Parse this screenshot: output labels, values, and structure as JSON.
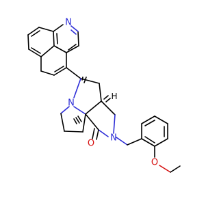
{
  "molecule": {
    "atom_labels": {
      "isoquinoline_n": "N",
      "pyrrolidine_n": "N",
      "lactam_n": "N",
      "carbonyl_o": "O",
      "methoxy_o": "O",
      "stereo_h": "H"
    },
    "colors": {
      "nitrogen": "#2b2bd6",
      "oxygen": "#d61010",
      "carbon": "#000000"
    }
  }
}
